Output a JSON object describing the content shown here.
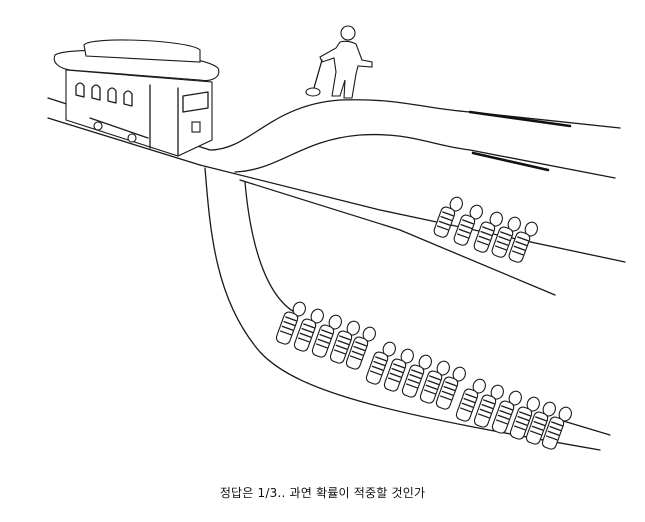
{
  "image": {
    "subject": "trolley-problem illustration",
    "elements": {
      "trolley": "tram car on main track heading right",
      "lever_operator": "person at switch lever",
      "tracks": [
        {
          "name": "top-track",
          "people": 0
        },
        {
          "name": "middle-track",
          "people": 5
        },
        {
          "name": "bottom-track",
          "people": 16
        }
      ]
    }
  },
  "caption": "정답은 1/3.. 과연 확률이 적중할 것인가",
  "colors": {
    "background": "#ffffff",
    "ink": "#1a1a1a"
  }
}
